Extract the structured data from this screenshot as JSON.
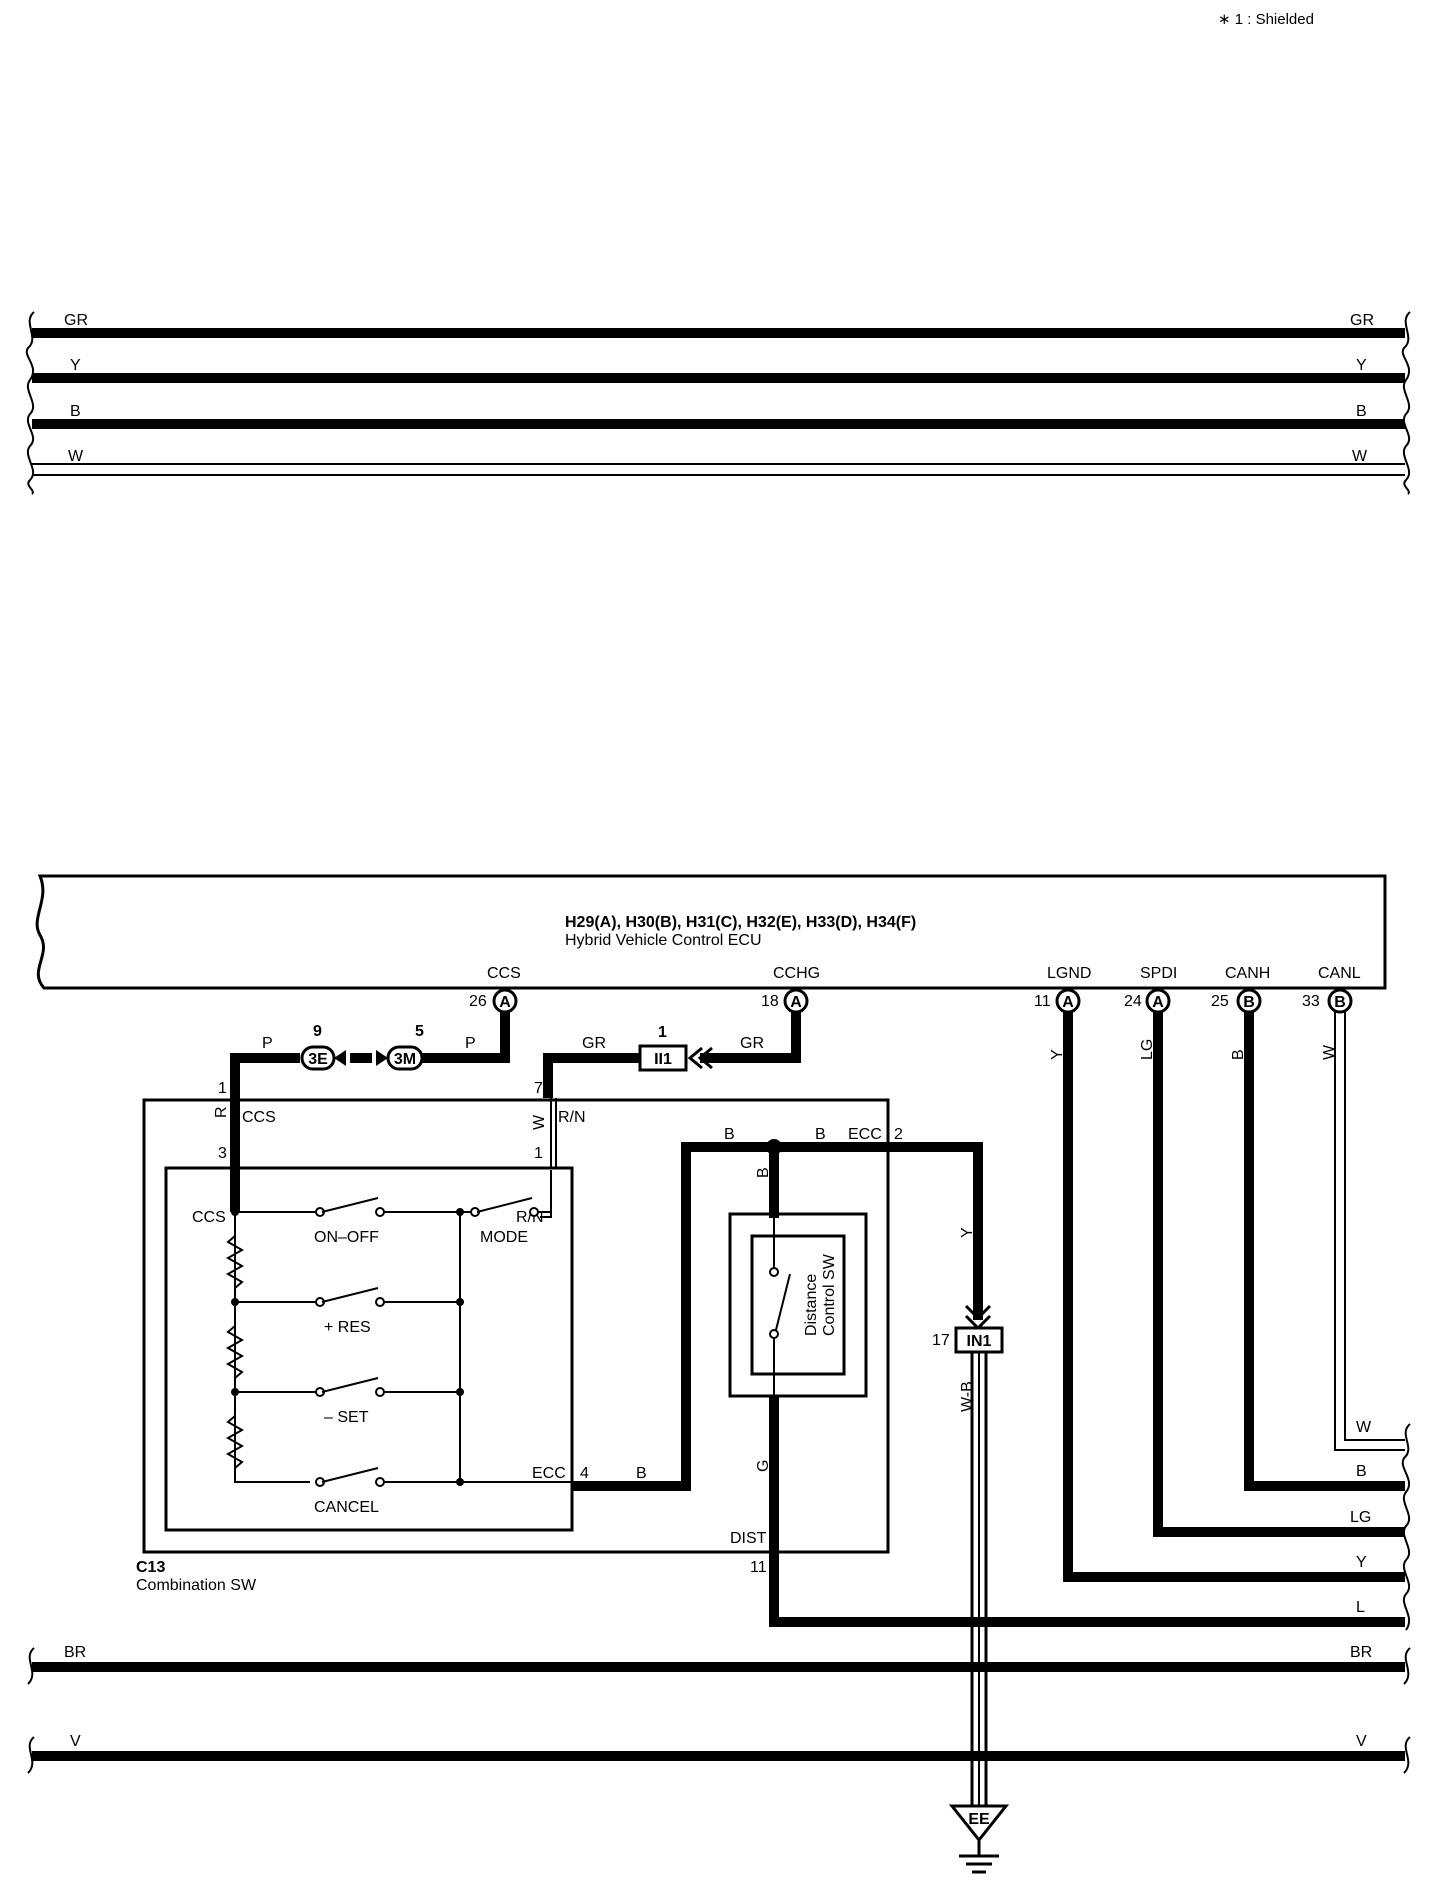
{
  "note": "∗ 1 : Shielded",
  "top_bus": [
    {
      "label": "GR",
      "thick": true
    },
    {
      "label": "Y",
      "thick": true
    },
    {
      "label": "B",
      "thick": true
    },
    {
      "label": "W",
      "thick": false
    }
  ],
  "ecu": {
    "connectors": "H29(A), H30(B), H31(C), H32(E), H33(D), H34(F)",
    "name": "Hybrid Vehicle Control ECU",
    "pins": [
      {
        "name": "CCS",
        "num": "26",
        "conn": "A"
      },
      {
        "name": "CCHG",
        "num": "18",
        "conn": "A"
      },
      {
        "name": "LGND",
        "num": "11",
        "conn": "A"
      },
      {
        "name": "SPDI",
        "num": "24",
        "conn": "A"
      },
      {
        "name": "CANH",
        "num": "25",
        "conn": "B"
      },
      {
        "name": "CANL",
        "num": "33",
        "conn": "B"
      }
    ]
  },
  "junctions": {
    "j1": {
      "pin": "9",
      "id": "3E"
    },
    "j2": {
      "pin": "5",
      "id": "3M"
    },
    "j3": {
      "pin": "1",
      "id": "II1"
    },
    "j4": {
      "pin": "17",
      "id": "IN1"
    }
  },
  "wire_colors": {
    "p_left": "P",
    "p_right": "P",
    "gr_left": "GR",
    "gr_right": "GR",
    "r": "R",
    "w": "W",
    "b_top1": "B",
    "b_top2": "B",
    "b_vert": "B",
    "y_vert": "Y",
    "wb": "W-B",
    "g": "G",
    "b_ecc4": "B",
    "lgnd_y": "Y",
    "spdi_lg": "LG",
    "canh_b": "B",
    "canl_w": "W"
  },
  "combo_sw": {
    "id": "C13",
    "name": "Combination SW",
    "pins": {
      "ccs_num": "1",
      "ccs_inner": "3",
      "rn_top": "7",
      "rn_inner": "1",
      "ecc2": "2",
      "ecc4": "4",
      "dist": "11"
    },
    "labels": {
      "ccs_outer": "CCS",
      "rn_outer": "R/N",
      "ccs_inner": "CCS",
      "rn_inner": "R/N",
      "ecc_top": "ECC",
      "ecc_inner": "ECC",
      "dist": "DIST"
    },
    "switches": [
      "ON–OFF",
      "+ RES",
      "– SET",
      "CANCEL"
    ],
    "mode": "MODE",
    "distance_sw": "Distance\nControl SW"
  },
  "right_wires": [
    "W",
    "B",
    "LG",
    "Y",
    "L"
  ],
  "bottom_bus": [
    {
      "label": "BR"
    },
    {
      "label": "V"
    }
  ],
  "ground": "EE"
}
